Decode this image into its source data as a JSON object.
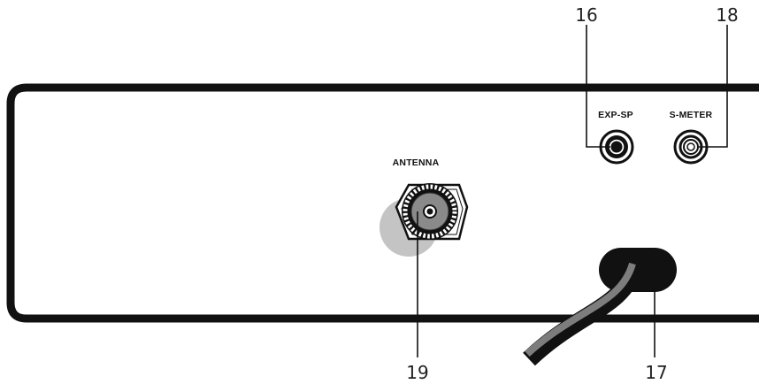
{
  "labels": {
    "antenna": "ANTENNA",
    "exp_sp": "EXP-SP",
    "s_meter": "S-METER"
  },
  "callouts": {
    "exp_sp_jack": "16",
    "cable_grommet": "17",
    "s_meter_jack": "18",
    "antenna_connector": "19"
  },
  "colors": {
    "outline": "#111111",
    "panel_fill": "#ffffff",
    "connector_gray": "#8a8a8a",
    "shadow_gray": "#c4c4c4",
    "cable_gray": "#7d7d7d"
  }
}
